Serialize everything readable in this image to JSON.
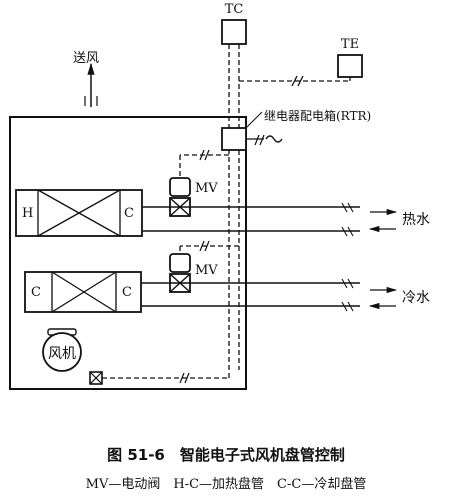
{
  "diagram": {
    "labels": {
      "tc": "TC",
      "te": "TE",
      "supply_air": "送风",
      "relay_box": "继电器配电箱(RTR)",
      "mv_top": "MV",
      "mv_bottom": "MV",
      "heat_coil_h": "H",
      "heat_coil_c": "C",
      "cool_coil_c1": "C",
      "cool_coil_c2": "C",
      "fan": "风机",
      "hot_water": "热水",
      "cold_water": "冷水"
    }
  },
  "caption": {
    "title": "图 51-6　智能电子式风机盘管控制",
    "legend": "MV—电动阀　H-C—加热盘管　C-C—冷却盘管"
  }
}
